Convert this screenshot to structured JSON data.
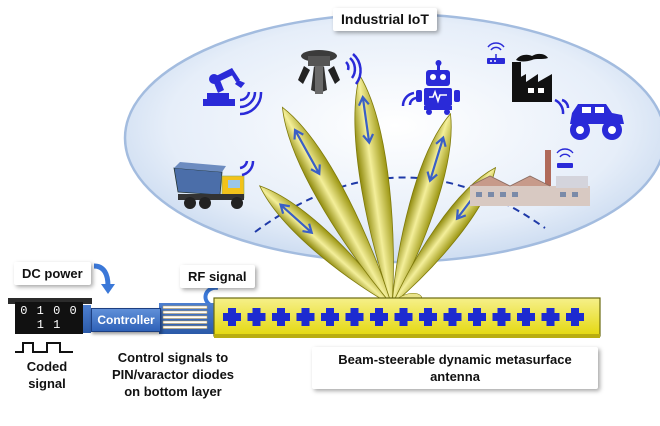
{
  "title": "Industrial IoT",
  "labels": {
    "dc_power": "DC power",
    "rf_signal": "RF signal",
    "controller": "Controller",
    "code_bits": "0 1 0 0 1 1",
    "code_bits_wrap": "0",
    "coded_signal": "Coded signal",
    "control_signals": "Control signals to PIN/varactor diodes on bottom layer",
    "antenna": "Beam-steerable dynamic metasurface antenna"
  },
  "colors": {
    "ellipse_fill": "#dfe9f6",
    "ellipse_edge": "#9ab4d8",
    "beam": "#c8c01c",
    "beam_light": "#f1ec8e",
    "antenna_fill": "#f2ea1b",
    "antenna_element": "#1d2bd0",
    "controller": "#3b6ec2",
    "icon_blue": "#2a2ad8"
  },
  "icons": [
    "robot-arm-icon",
    "claw-gripper-icon",
    "service-robot-icon",
    "factory-icon",
    "monster-truck-icon",
    "dump-truck-icon",
    "industrial-plant-icon",
    "wifi-router-icon"
  ]
}
